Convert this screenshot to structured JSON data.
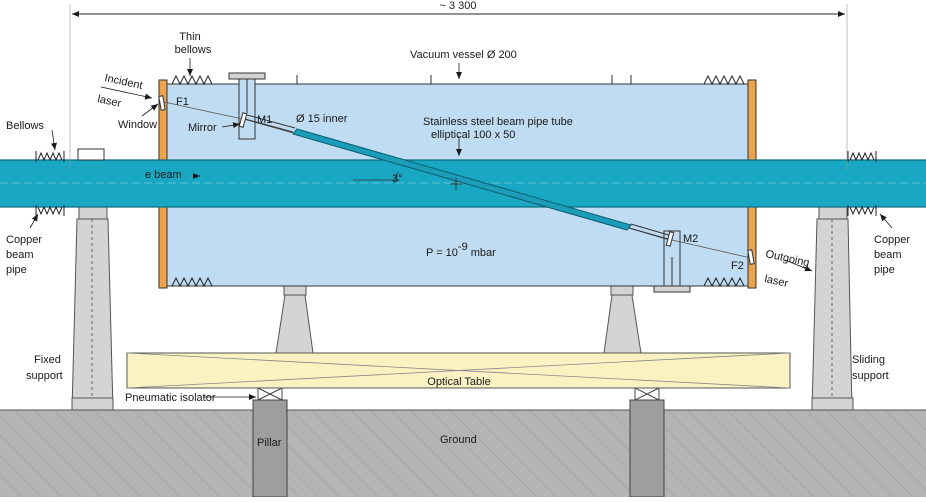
{
  "dimension": {
    "label": "~ 3 300"
  },
  "labels": {
    "thin_bellows_1": "Thin",
    "thin_bellows_2": "bellows",
    "vacuum_vessel": "Vacuum  vessel Ø 200",
    "incident_1": "Incident",
    "incident_2": "laser",
    "f1": "F1",
    "window": "Window",
    "bellows": "Bellows",
    "mirror": "Mirror",
    "m1": "M1",
    "inner": "Ø 15 inner",
    "beam_pipe_1": "Stainless steel beam pipe tube",
    "beam_pipe_2": "elliptical  100 x 50",
    "e_beam": "e beam",
    "angle": "3°",
    "copper_left_1": "Copper",
    "copper_left_2": "beam",
    "copper_left_3": "pipe",
    "pressure": "P = 10",
    "pressure_exp": "-9",
    "pressure_unit": " mbar",
    "m2": "M2",
    "f2": "F2",
    "outgoing_1": "Outgoing",
    "outgoing_2": "laser",
    "copper_right_1": "Copper",
    "copper_right_2": "beam",
    "copper_right_3": "pipe",
    "fixed_1": "Fixed",
    "fixed_2": "support",
    "sliding_1": "Sliding",
    "sliding_2": "support",
    "optical_table": "Optical Table",
    "pneumatic": "Pneumatic isolator",
    "pillar": "Pillar",
    "ground": "Ground"
  },
  "colors": {
    "vessel": "#bfdcf3",
    "beam": "#18a8c4",
    "flange": "#f0a24a",
    "support": "#d4d4d4",
    "table": "#fbf2c4",
    "ground": "#b4b4b4",
    "tube": "#1b9cb8"
  }
}
